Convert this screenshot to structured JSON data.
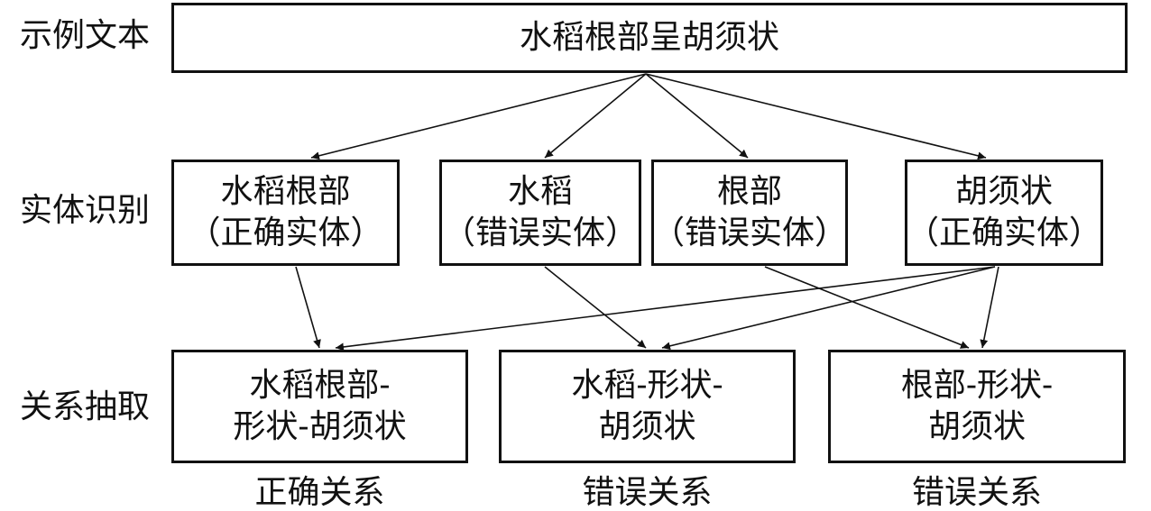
{
  "row_labels": {
    "example": "示例文本",
    "ner": "实体识别",
    "re": "关系抽取"
  },
  "example_text": "水稻根部呈胡须状",
  "entities": [
    {
      "name": "水稻根部",
      "status": "（正确实体）"
    },
    {
      "name": "水稻",
      "status": "（错误实体）"
    },
    {
      "name": "根部",
      "status": "（错误实体）"
    },
    {
      "name": "胡须状",
      "status": "（正确实体）"
    }
  ],
  "relations": [
    {
      "line1": "水稻根部-",
      "line2": "形状-胡须状",
      "verdict": "正确关系"
    },
    {
      "line1": "水稻-形状-",
      "line2": "胡须状",
      "verdict": "错误关系"
    },
    {
      "line1": "根部-形状-",
      "line2": "胡须状",
      "verdict": "错误关系"
    }
  ]
}
